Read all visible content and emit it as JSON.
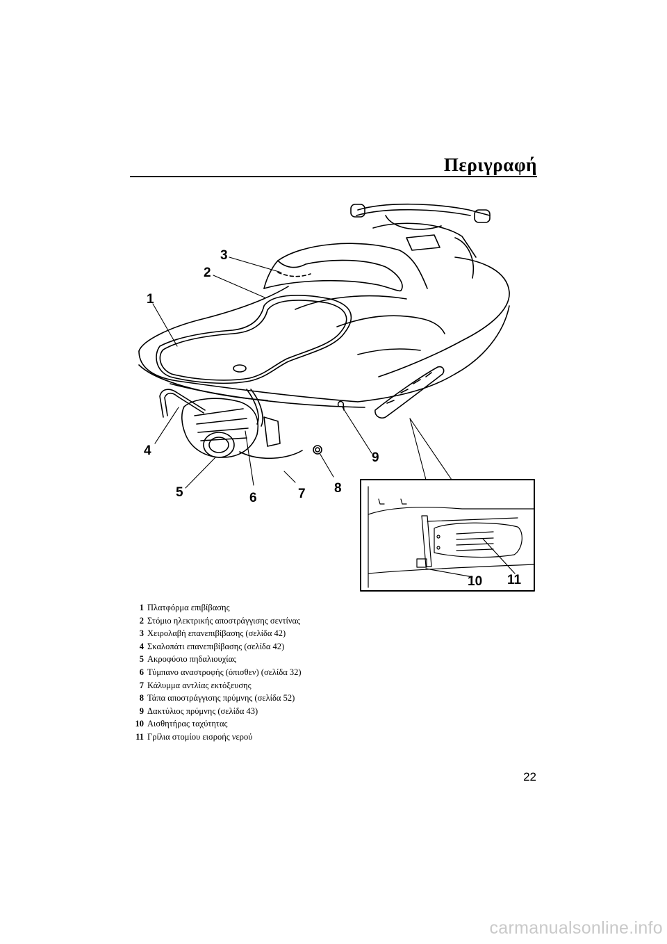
{
  "header": {
    "title": "Περιγραφή"
  },
  "figure": {
    "callouts": [
      "1",
      "2",
      "3",
      "4",
      "5",
      "6",
      "7",
      "8",
      "9",
      "10",
      "11"
    ]
  },
  "legend": [
    {
      "num": "1",
      "text": "Πλατφόρμα επιβίβασης"
    },
    {
      "num": "2",
      "text": "Στόμιο ηλεκτρικής αποστράγγισης σεντίνας"
    },
    {
      "num": "3",
      "text": "Χειρολαβή επανεπιβίβασης (σελίδα 42)"
    },
    {
      "num": "4",
      "text": "Σκαλοπάτι επανεπιβίβασης (σελίδα 42)"
    },
    {
      "num": "5",
      "text": "Ακροφύσιο πηδαλιουχίας"
    },
    {
      "num": "6",
      "text": "Τύμπανο αναστροφής (όπισθεν) (σελίδα 32)"
    },
    {
      "num": "7",
      "text": "Κάλυμμα αντλίας εκτόξευσης"
    },
    {
      "num": "8",
      "text": "Τάπα αποστράγγισης πρύμνης (σελίδα 52)"
    },
    {
      "num": "9",
      "text": "Δακτύλιος πρύμνης (σελίδα 43)"
    },
    {
      "num": "10",
      "text": "Αισθητήρας ταχύτητας"
    },
    {
      "num": "11",
      "text": "Γρίλια στομίου εισροής νερού"
    }
  ],
  "footer": {
    "page_number": "22"
  },
  "watermark": "carmanualsonline.info"
}
